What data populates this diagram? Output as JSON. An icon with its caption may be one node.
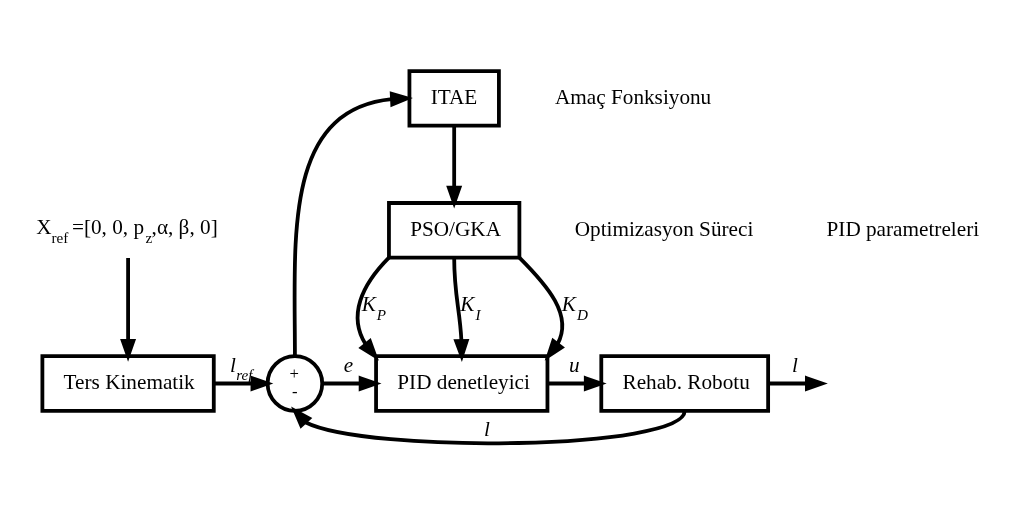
{
  "diagram": {
    "nodes": [
      {
        "text": [
          "X$_{ref}$ =[0, 0, p$_{z}$,α, β, 0]"
        ]
      },
      {
        "text": [
          "Ters Kinematik"
        ]
      },
      {
        "text": [
          "+",
          "-"
        ]
      },
      {
        "text": [
          "ITAE"
        ],
        "beside": [
          "Amaç Fonksiyonu"
        ]
      },
      {
        "text": [
          "PSO/GKA"
        ],
        "beside": [
          "Optimizasyon Süreci"
        ]
      },
      {
        "text": [
          "PID denetleyici"
        ]
      },
      {
        "text": [
          "Rehab. Robotu"
        ]
      }
    ],
    "edges": [
      {
        "from": 0,
        "to": 1,
        "arrow": "to"
      },
      {
        "from": 1,
        "to": 2,
        "arrow": "to",
        "label": "l$_{ref}$"
      },
      {
        "from": 2,
        "to": 5,
        "arrow": "to",
        "label": "e"
      },
      {
        "from": 2,
        "to": 3,
        "arrow": "to"
      },
      {
        "from": 3,
        "to": 4,
        "arrow": "to"
      },
      {
        "from": 4,
        "to": 5,
        "arrow": "to",
        "label": "K$_{P}$"
      },
      {
        "from": 4,
        "to": 5,
        "arrow": "to",
        "label": "K$_{I}$"
      },
      {
        "from": 4,
        "to": 5,
        "arrow": "to",
        "label": "K$_{D}$"
      },
      {
        "from": 5,
        "to": 6,
        "arrow": "to",
        "label": "u"
      },
      {
        "from": 6,
        "to": null,
        "arrow": "to",
        "label": "l"
      },
      {
        "from": 6,
        "to": 2,
        "arrow": "to",
        "label": "l"
      }
    ],
    "labels": [
      "PID parametreleri"
    ]
  }
}
